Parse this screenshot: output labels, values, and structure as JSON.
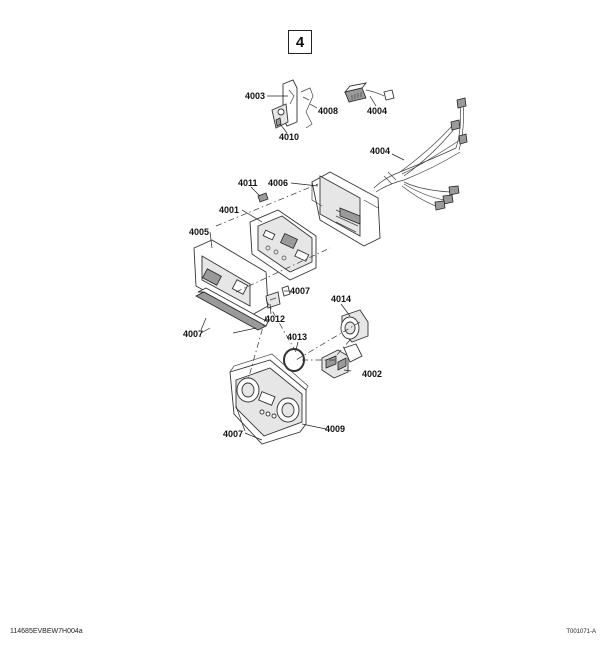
{
  "diagram": {
    "section_number": "4",
    "footer_left": "114685EVBEW7H004a",
    "footer_right": "T001071-A",
    "callouts": {
      "c4003": "4003",
      "c4008": "4008",
      "c4010": "4010",
      "c4004a": "4004",
      "c4004b": "4004",
      "c4011": "4011",
      "c4006": "4006",
      "c4001": "4001",
      "c4005": "4005",
      "c4007a": "4007",
      "c4007b": "4007",
      "c4007c": "4007",
      "c4012": "4012",
      "c4014": "4014",
      "c4013": "4013",
      "c4002": "4002",
      "c4009": "4009"
    }
  }
}
